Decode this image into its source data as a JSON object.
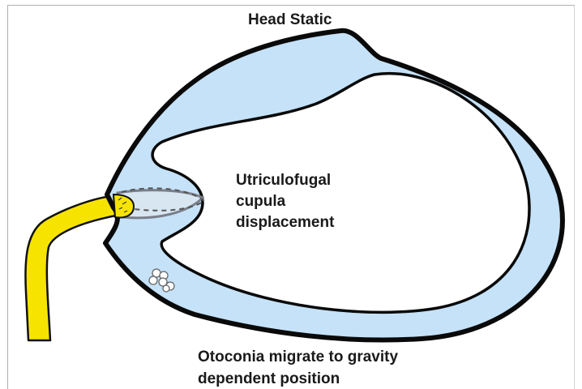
{
  "title": "Head Static",
  "cupula_label": [
    "Utriculofugal",
    "cupula",
    "displacement"
  ],
  "otoconia_label": [
    "Otoconia migrate to gravity",
    "dependent position"
  ],
  "colors": {
    "endolymph_fill": "#c5e2f8",
    "canal_outline": "#0a0a0a",
    "nerve_fill": "#f6e400",
    "cupula_dashed": "#555555",
    "cupula_solid": "#7a7f8a",
    "otoconia": "#ffffff",
    "text": "#1a1a1a"
  },
  "icons": {
    "cupula": "cupula-gel-icon",
    "otoconia": "otoconia-particles-icon",
    "nerve": "vestibular-nerve-icon"
  }
}
